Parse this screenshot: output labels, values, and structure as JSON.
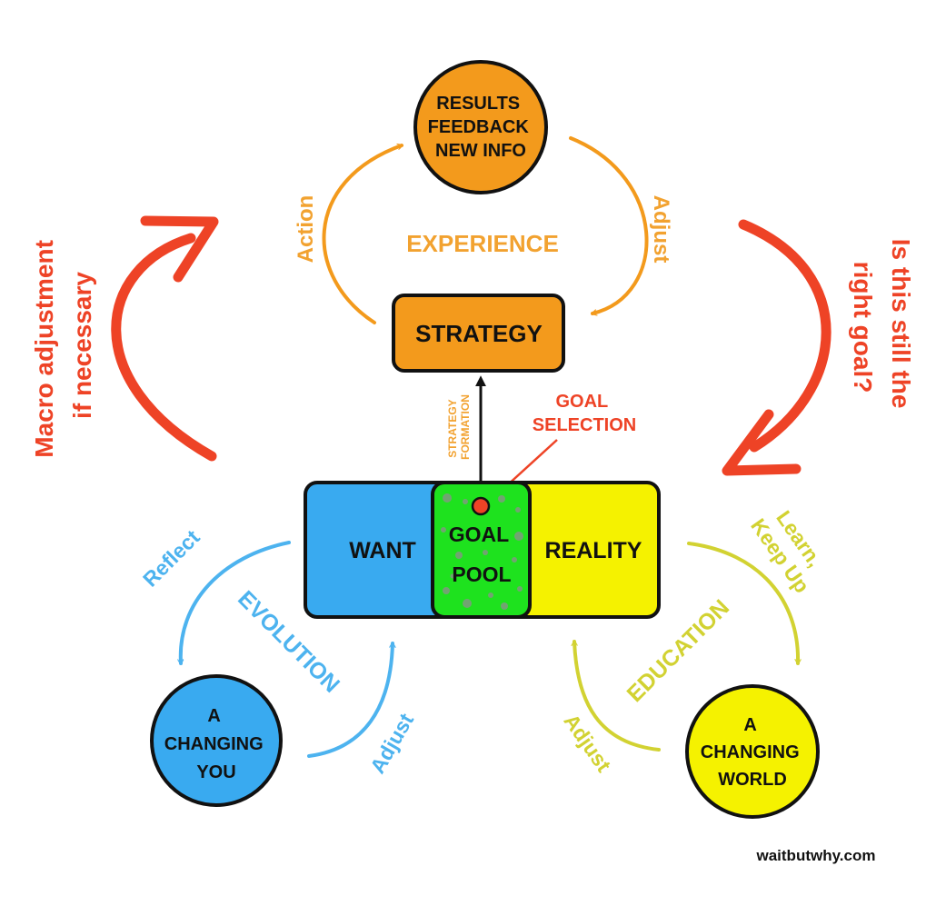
{
  "colors": {
    "orange": "#f39a1c",
    "orange_text": "#f2a230",
    "red": "#ee4326",
    "blue_box": "#39aaf0",
    "blue_text": "#4db3ef",
    "green_pool": "#1ee21e",
    "yellow_box": "#f5f200",
    "yellow_text": "#d2d232",
    "outline": "#111111"
  },
  "experience": {
    "results_lines": [
      "RESULTS",
      "FEEDBACK",
      "NEW INFO"
    ],
    "label": "EXPERIENCE",
    "action": "Action",
    "adjust": "Adjust",
    "strategy": "STRATEGY"
  },
  "center": {
    "strategy_formation_lines": [
      "STRATEGY",
      "FORMATION"
    ],
    "goal_selection_lines": [
      "GOAL",
      "SELECTION"
    ],
    "want": "WANT",
    "goal_pool_lines": [
      "GOAL",
      "POOL"
    ],
    "reality": "REALITY"
  },
  "macro": {
    "left_lines": [
      "Macro adjustment",
      "if necessary"
    ],
    "right_lines": [
      "Is this still the",
      "right goal?"
    ]
  },
  "evolution": {
    "label": "EVOLUTION",
    "reflect": "Reflect",
    "adjust": "Adjust",
    "you_lines": [
      "A",
      "CHANGING",
      "YOU"
    ]
  },
  "education": {
    "label": "EDUCATION",
    "learn_lines": [
      "Learn,",
      "Keep Up"
    ],
    "adjust": "Adjust",
    "world_lines": [
      "A",
      "CHANGING",
      "WORLD"
    ]
  },
  "credit": "waitbutwhy.com"
}
